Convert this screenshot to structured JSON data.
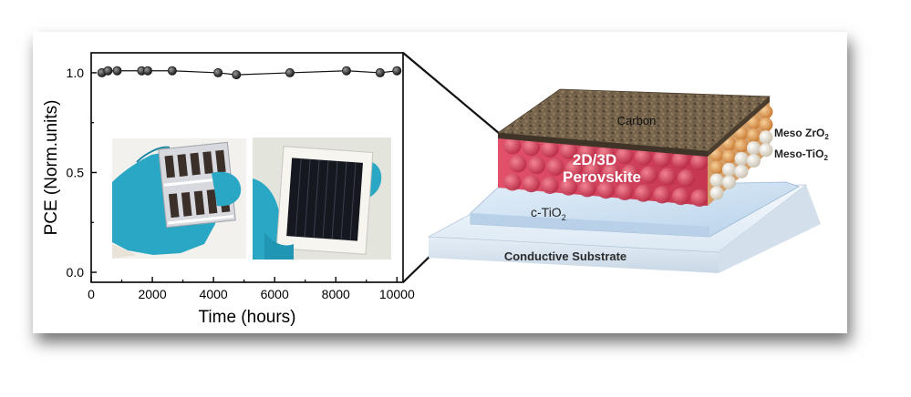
{
  "chart_data": {
    "type": "scatter",
    "x": [
      350,
      550,
      850,
      1650,
      1850,
      2650,
      4150,
      4750,
      6500,
      8350,
      9450,
      10000
    ],
    "y": [
      1.0,
      1.01,
      1.01,
      1.01,
      1.01,
      1.01,
      1.0,
      0.99,
      1.0,
      1.01,
      1.0,
      1.01
    ],
    "xlabel": "Time (hours)",
    "ylabel": "PCE (Norm.units)",
    "xlim": [
      0,
      10200
    ],
    "ylim": [
      -0.05,
      1.1
    ],
    "xticks": [
      0,
      2000,
      4000,
      6000,
      8000,
      10000
    ],
    "yticks": [
      "0.0",
      "0.5",
      "1.0"
    ],
    "yticks_values": [
      0.0,
      0.5,
      1.0
    ],
    "marker_color": "#1a1a1a",
    "grid": false
  },
  "diagram": {
    "layers": {
      "carbon": "Carbon",
      "perovskite_line1": "2D/3D",
      "perovskite_line2": "Perovskite",
      "ctio2": "c-TiO",
      "ctio2_sub": "2",
      "substrate": "Conductive Substrate"
    },
    "side_labels": {
      "zro2": "Meso ZrO",
      "zro2_sub": "2",
      "tio2": "Meso-TiO",
      "tio2_sub": "2"
    },
    "colors": {
      "carbon": "#6b5a45",
      "perovskite": "#cf3c55",
      "zro2": "#e3a45d",
      "tio2": "#f1ede3",
      "glass": "#cfe2f3"
    }
  }
}
